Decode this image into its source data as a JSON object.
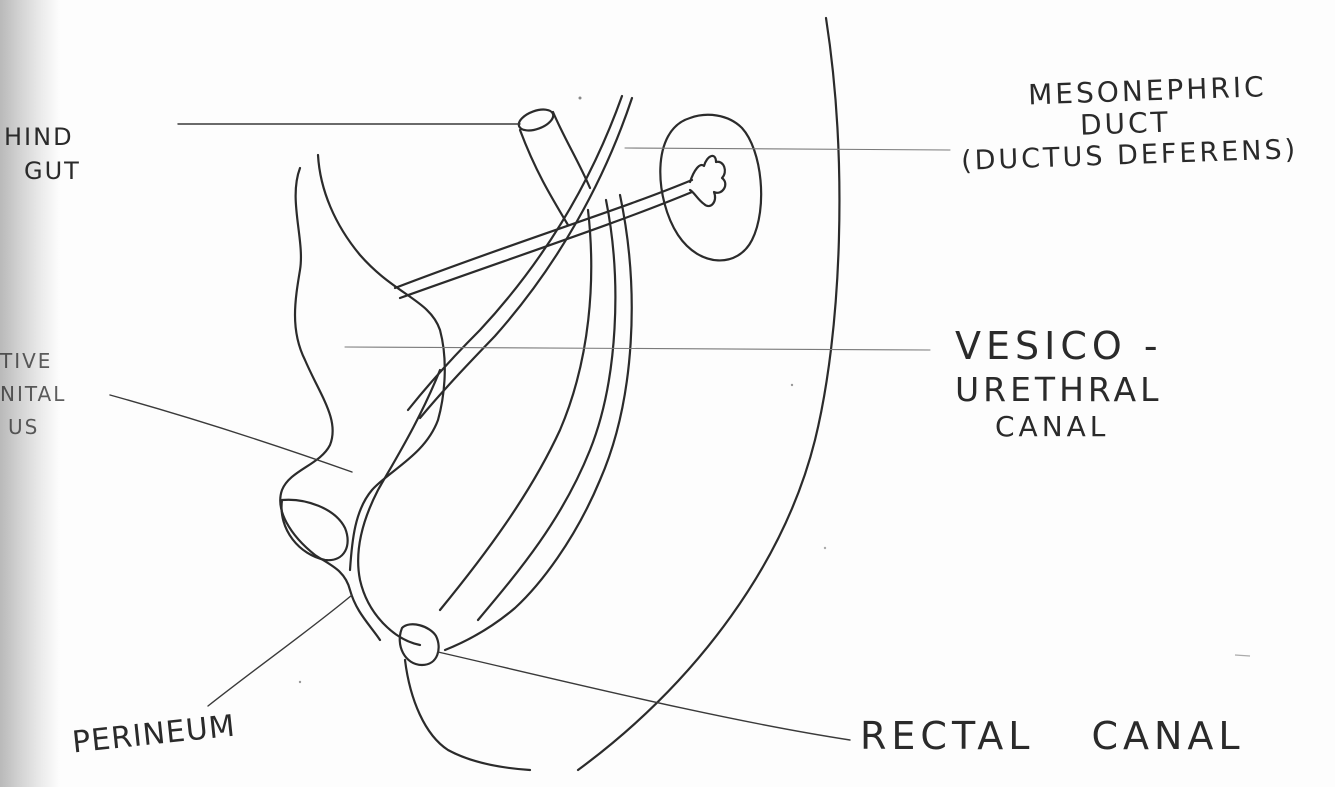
{
  "labels": {
    "mesonephric_duct": [
      "MESONEPHRIC",
      "DUCT",
      "(DUCTUS DEFERENS)"
    ],
    "vesico_urethral_canal": [
      "VESICO -",
      "URETHRAL",
      "CANAL"
    ],
    "hind_gut": [
      "HIND",
      "GUT"
    ],
    "primitive_genital_sinus_partial": [
      "TIVE",
      "NITAL",
      "US"
    ],
    "perineum": "PERINEUM",
    "rectal_canal": [
      "RECTAL",
      "CANAL"
    ]
  },
  "colors": {
    "ink": "#2b2b2b",
    "paper": "#fdfdfd"
  }
}
